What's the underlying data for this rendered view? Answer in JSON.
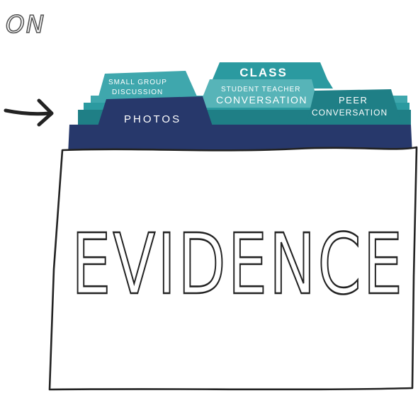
{
  "header": {
    "label": "ON"
  },
  "tabs": {
    "class": "CLASS",
    "small_group": [
      "SMALL GROUP",
      "DISCUSSION"
    ],
    "student_teacher": [
      "STUDENT TEACHER",
      "CONVERSATION"
    ],
    "peer": [
      "PEER",
      "CONVERSATION"
    ],
    "photos": "PHOTOS"
  },
  "folder": {
    "label": "EVIDENCE"
  },
  "colors": {
    "navy": "#27386b",
    "teal_dark": "#1f7f86",
    "teal": "#2b9aa0",
    "teal_mid": "#3fa7ad",
    "teal_light": "#57b4b8",
    "ink": "#222222"
  },
  "icons": {
    "pointer": "arrow-right-icon"
  }
}
